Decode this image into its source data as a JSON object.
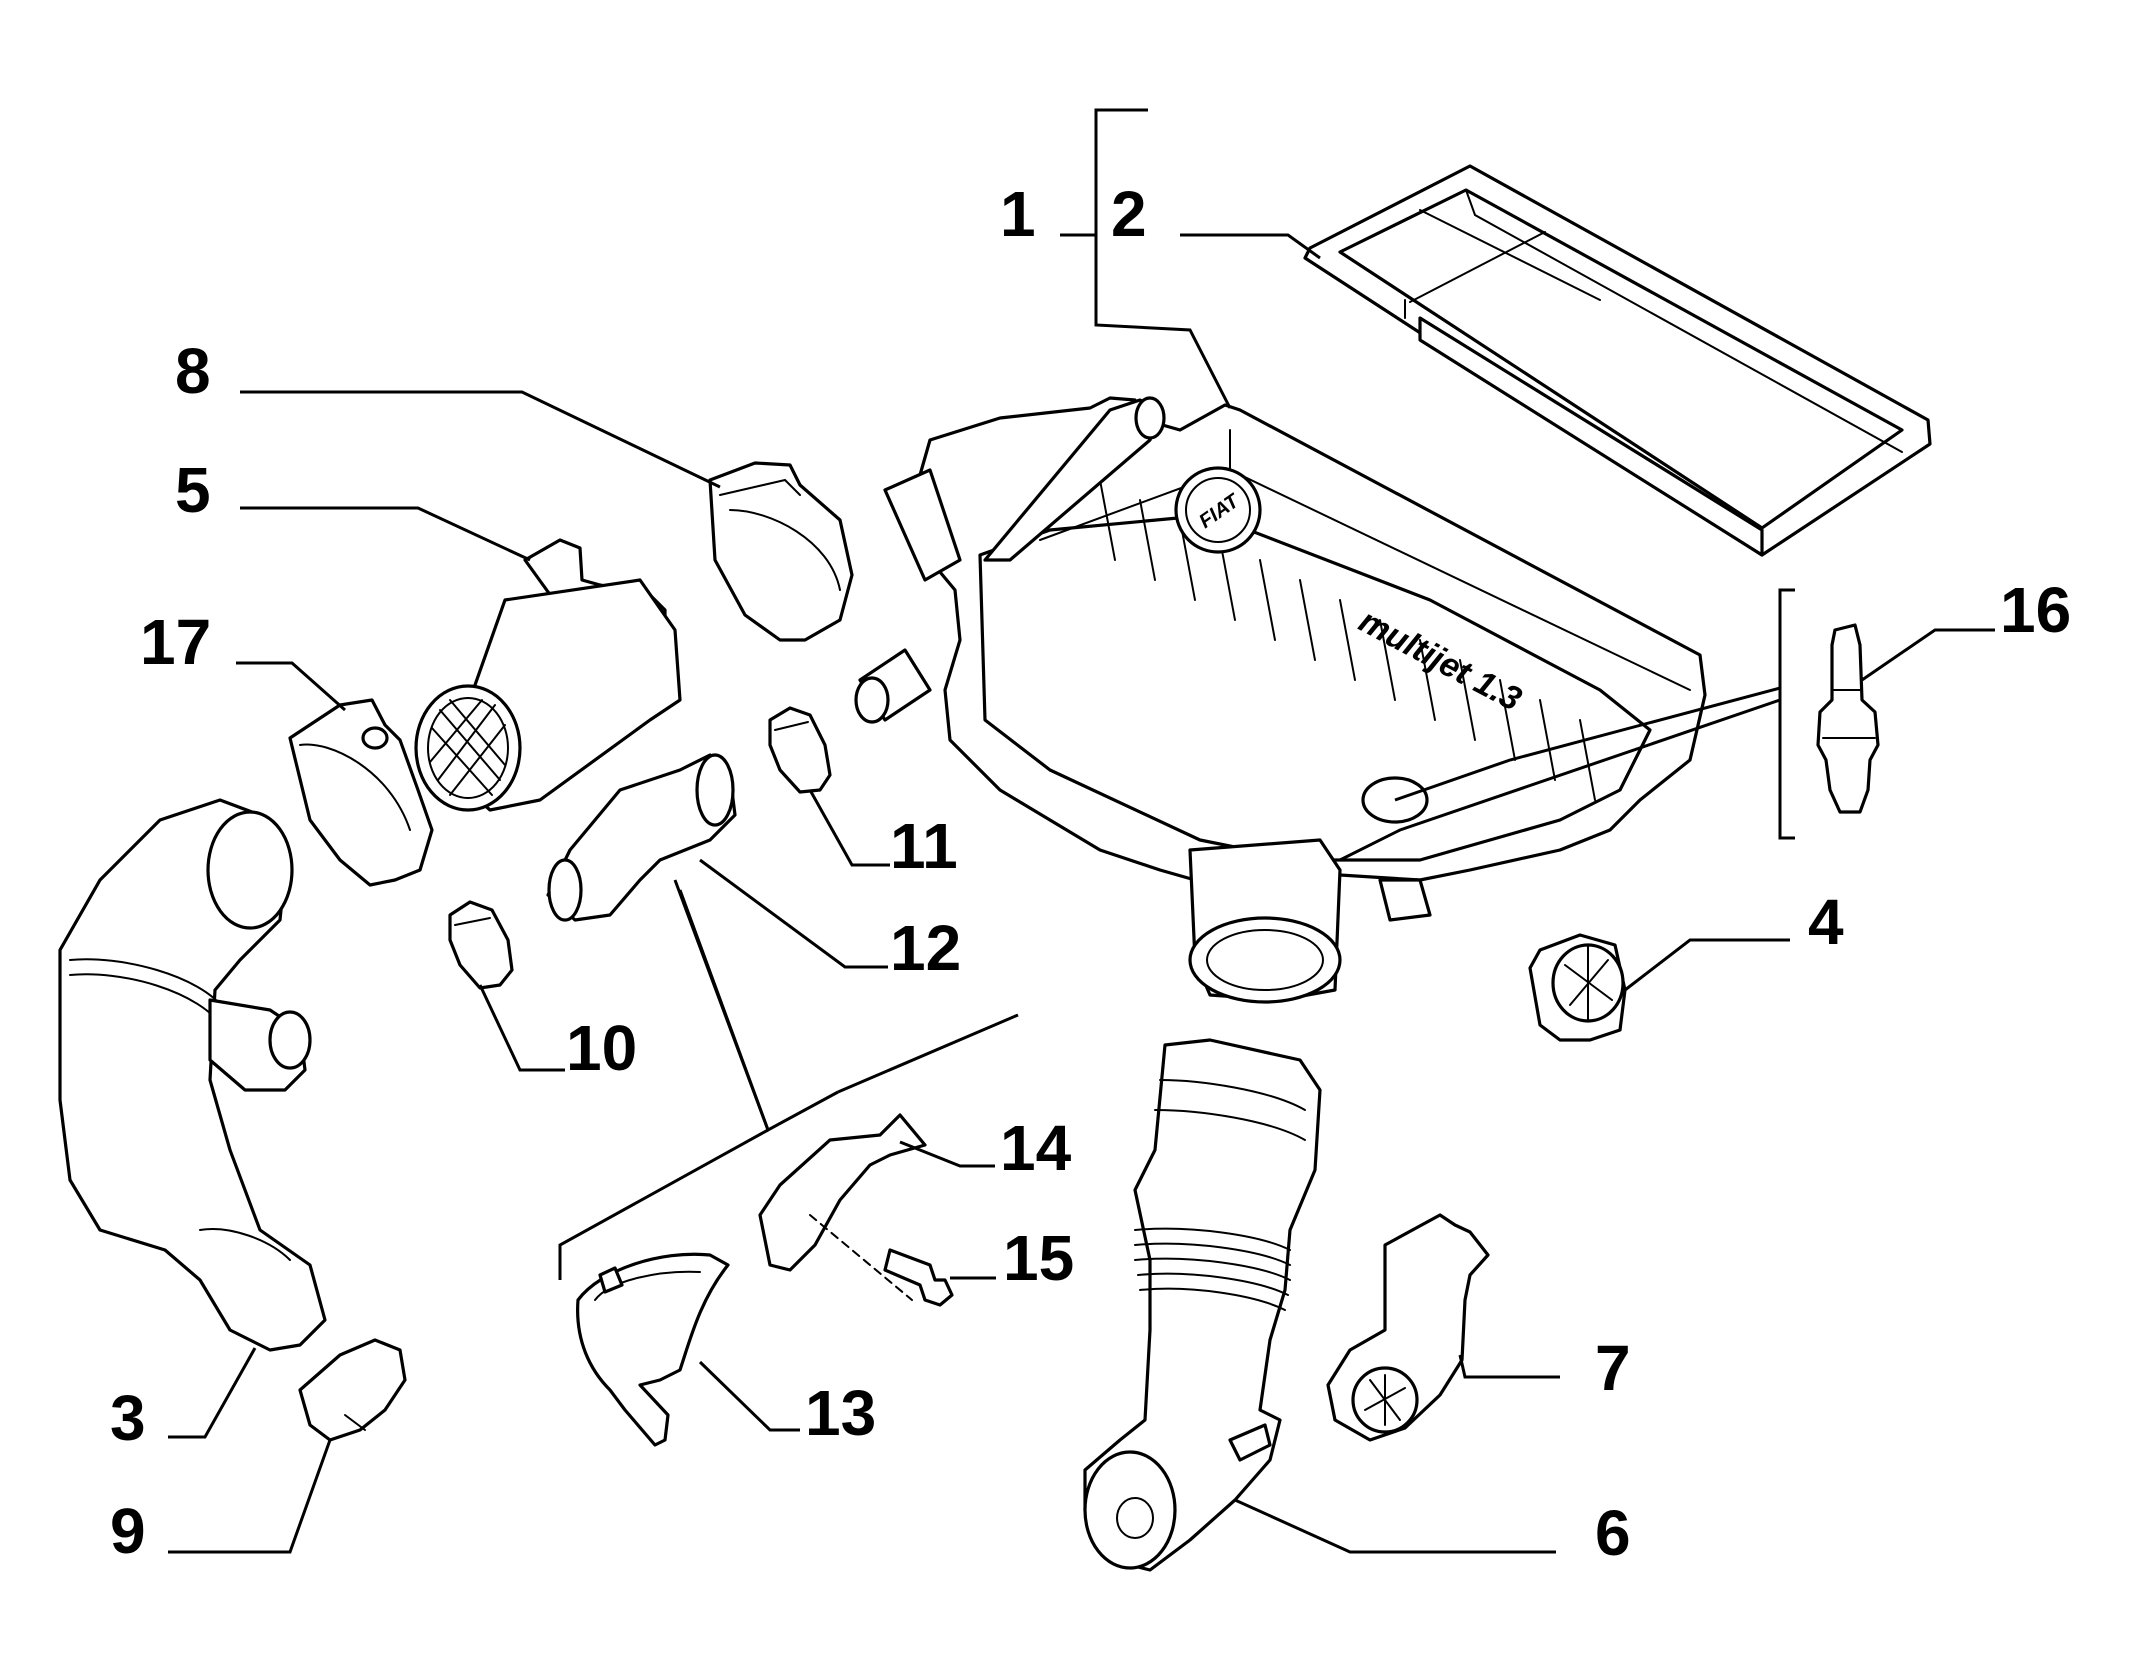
{
  "callouts": [
    {
      "id": "1",
      "label": "1"
    },
    {
      "id": "2",
      "label": "2"
    },
    {
      "id": "3",
      "label": "3"
    },
    {
      "id": "4",
      "label": "4"
    },
    {
      "id": "5",
      "label": "5"
    },
    {
      "id": "6",
      "label": "6"
    },
    {
      "id": "7",
      "label": "7"
    },
    {
      "id": "8",
      "label": "8"
    },
    {
      "id": "9",
      "label": "9"
    },
    {
      "id": "10",
      "label": "10"
    },
    {
      "id": "11",
      "label": "11"
    },
    {
      "id": "12",
      "label": "12"
    },
    {
      "id": "13",
      "label": "13"
    },
    {
      "id": "14",
      "label": "14"
    },
    {
      "id": "15",
      "label": "15"
    },
    {
      "id": "16",
      "label": "16"
    },
    {
      "id": "17",
      "label": "17"
    }
  ],
  "airbox": {
    "brand_badge": "FIAT",
    "engine_marking": "multijet 1.3"
  }
}
